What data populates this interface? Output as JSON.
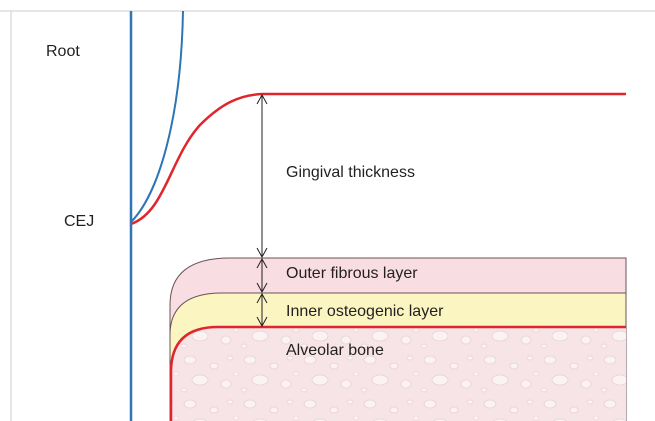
{
  "labels": {
    "root": "Root",
    "cej": "CEJ",
    "gingival_thickness": "Gingival thickness",
    "outer_fibrous_layer": "Outer fibrous layer",
    "inner_osteogenic_layer": "Inner osteogenic layer",
    "alveolar_bone": "Alveolar bone"
  },
  "colors": {
    "root_outline": "#2e75b6",
    "gingiva_outline": "#e0262c",
    "outer_fibrous_fill": "#f8dde2",
    "inner_osteogenic_fill": "#fbf5c2",
    "alveolar_bone_fill": "#f6e4e6",
    "thin_outline": "#6b5358",
    "arrow": "#231f20",
    "frame": "#cccccc"
  }
}
